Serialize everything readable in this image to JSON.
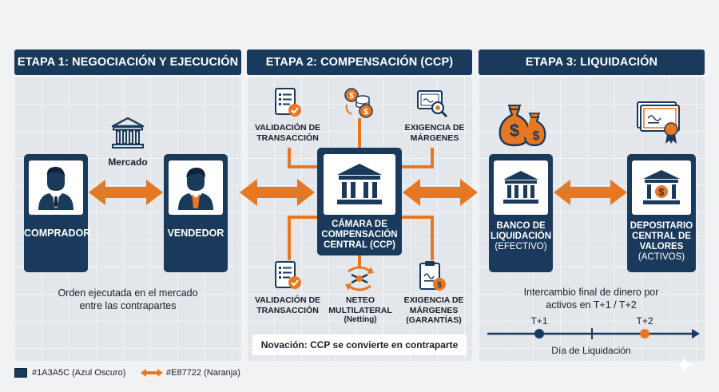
{
  "colors": {
    "navy": "#1A3A5C",
    "orange": "#E87722",
    "panel": "#e3e6ea"
  },
  "stages": [
    {
      "title": "ETAPA 1: NEGOCIACIÓN Y EJECUCIÓN"
    },
    {
      "title": "ETAPA 2: COMPENSACIÓN (CCP)"
    },
    {
      "title": "ETAPA 3: LIQUIDACIÓN"
    }
  ],
  "stage1": {
    "market_label": "Mercado",
    "buyer": "COMPRADOR",
    "seller": "VENDEDOR",
    "description_line1": "Orden ejecutada en el mercado",
    "description_line2": "entre las contrapartes"
  },
  "stage2": {
    "ccp_line1": "CÁMARA DE",
    "ccp_line2": "COMPENSACIÓN",
    "ccp_line3": "CENTRAL (CCP)",
    "top_left_line1": "VALIDACIÓN DE",
    "top_left_line2": "TRANSACCIÓN",
    "top_right_line1": "EXIGENCIA DE",
    "top_right_line2": "MÁRGENES",
    "bottom_left_line1": "VALIDACIÓN DE",
    "bottom_left_line2": "TRANSACCIÓN",
    "bottom_mid_line1": "NETEO",
    "bottom_mid_line2": "MULTILATERAL",
    "bottom_mid_line3": "(Netting)",
    "bottom_right_line1": "EXIGENCIA DE",
    "bottom_right_line2": "MÁRGENES",
    "bottom_right_line3": "(GARANTÍAS)",
    "novation": "Novación: CCP se convierte en contraparte"
  },
  "stage3": {
    "bank_line1": "BANCO DE",
    "bank_line2": "LIQUIDACIÓN",
    "bank_line3": "(EFECTIVO)",
    "depo_line1": "DEPOSITARIO",
    "depo_line2": "CENTRAL DE",
    "depo_line3": "VALORES",
    "depo_line4": "(ACTIVOS)",
    "description_line1": "Intercambio final de dinero por",
    "description_line2": "activos en T+1 / T+2",
    "timeline_t1": "T+1",
    "timeline_t2": "T+2",
    "timeline_label": "Día de Liquidación"
  },
  "legend": {
    "navy_label": "#1A3A5C (Azul Oscuro)",
    "orange_label": "#E87722 (Naranja)"
  },
  "icons": [
    "bank-icon",
    "person-icon",
    "checklist-icon",
    "coins-icon",
    "certificate-search-icon",
    "clipboard-coin-icon",
    "netting-icon",
    "money-bag-icon",
    "certificate-icon"
  ]
}
